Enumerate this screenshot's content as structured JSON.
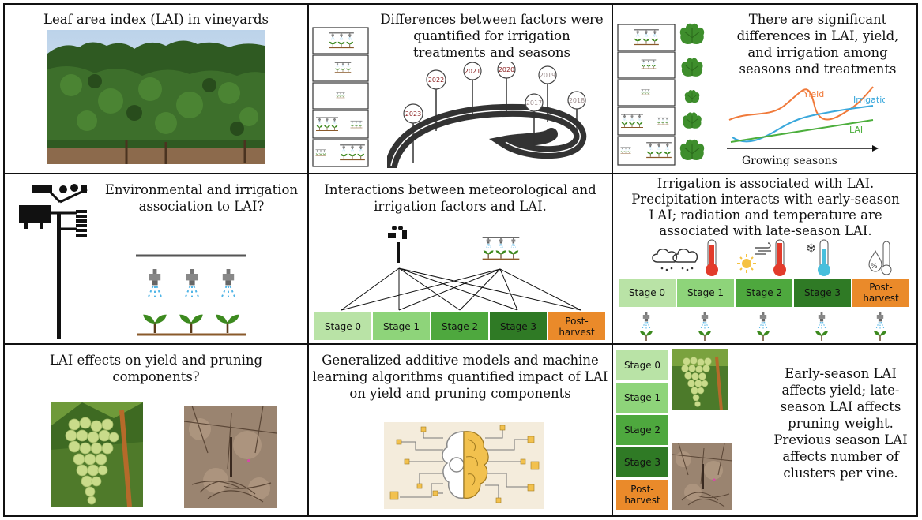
{
  "panels": {
    "p1": {
      "title": "Leaf area index (LAI) in vineyards"
    },
    "p2": {
      "title": "Differences between factors were quantified for irrigation treatments and seasons",
      "years": [
        "2023",
        "2022",
        "2021",
        "2020",
        "2017",
        "2019",
        "2018"
      ]
    },
    "p3": {
      "title": "There are significant differences in LAI, yield, and irrigation among seasons and treatments",
      "yield_label": "Yield",
      "irrigation_label": "Irrigation",
      "lai_label": "LAI",
      "axis_label": "Growing seasons"
    },
    "p4": {
      "title": "Environmental and irrigation association to LAI?"
    },
    "p5": {
      "title": "Interactions between meteorological and irrigation factors and LAI."
    },
    "p6": {
      "title": "Irrigation is associated with LAI. Precipitation interacts with early-season LAI; radiation and temperature are associated with late-season LAI."
    },
    "p7": {
      "title": "LAI effects on yield and pruning components?"
    },
    "p8": {
      "title": "Generalized additive models and machine learning algorithms quantified impact of LAI on yield and pruning components"
    },
    "p9": {
      "text": "Early-season LAI affects yield; late-season LAI affects pruning weight. Previous season LAI affects number of clusters per vine."
    }
  },
  "stages": [
    "Stage 0",
    "Stage 1",
    "Stage 2",
    "Stage 3",
    "Post-harvest"
  ],
  "colors": {
    "stage0": "#b9e3a6",
    "stage1": "#8ed47a",
    "stage2": "#4ea83e",
    "stage3": "#2f7a25",
    "post": "#ea8a2a",
    "yield": "#f07a3a",
    "irrigation": "#3aa8dc",
    "lai": "#4cae3c"
  }
}
